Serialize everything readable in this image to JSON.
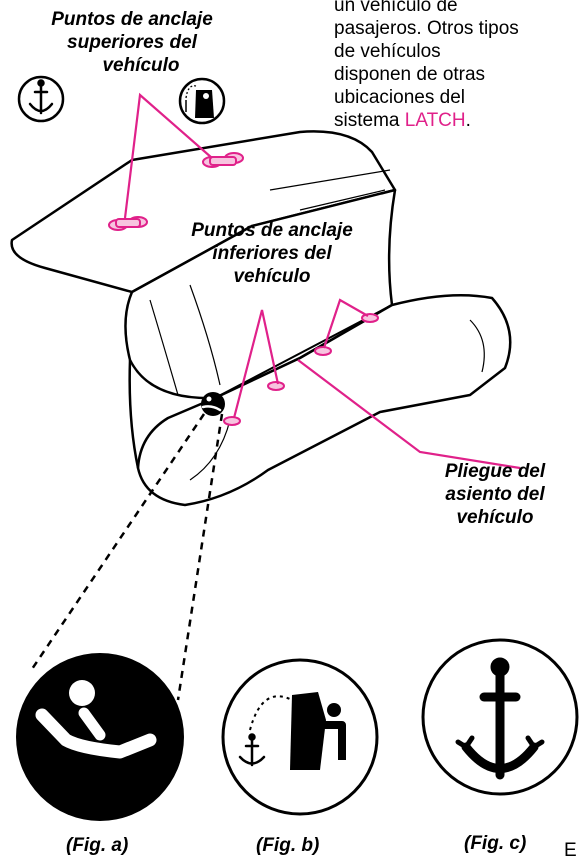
{
  "paragraph": {
    "line1": "un vehículo de",
    "line2": "pasajeros. Otros tipos",
    "line3": "de vehículos",
    "line4": "disponen de otras",
    "line5": "ubicaciones del",
    "line6_prefix": "sistema ",
    "line6_accent": "LATCH",
    "line6_suffix": "."
  },
  "labels": {
    "top_anchors": [
      "Puntos de anclaje",
      "superiores del",
      "vehículo"
    ],
    "lower_anchors": [
      "Puntos de anclaje",
      "inferiores del",
      "vehículo"
    ],
    "seat_bight": [
      "Pliegue del",
      "asiento del",
      "vehículo"
    ]
  },
  "figures": {
    "a": "(Fig. a)",
    "b": "(Fig. b)",
    "c": "(Fig. c)"
  },
  "edge_text": "E",
  "icons": [
    "anchor-icon",
    "tether-seat-icon",
    "lower-anchor-icon"
  ],
  "colors": {
    "accent": "#e0218a",
    "ink": "#000000"
  }
}
